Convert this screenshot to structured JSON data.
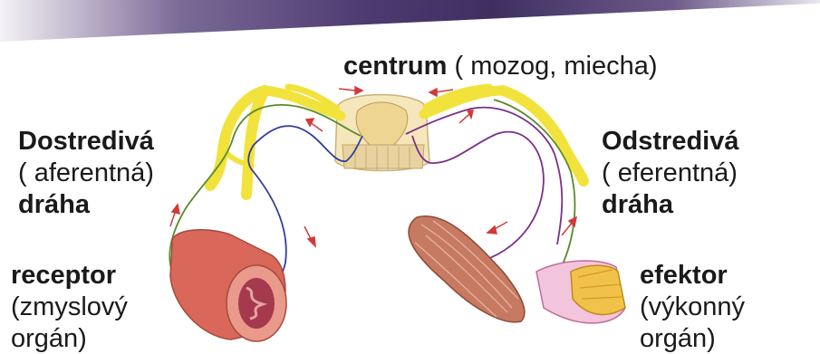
{
  "title": {
    "bold": "centrum",
    "rest": " ( mozog, miecha)"
  },
  "left_pathway": {
    "title": "Dostredivá",
    "sub": " ( aferentná)",
    "tail": "dráha"
  },
  "right_pathway": {
    "title": "Odstredivá",
    "sub": " ( eferentná)",
    "tail": "dráha"
  },
  "receptor": {
    "title": "receptor",
    "line1": "(zmyslový",
    "line2": "orgán)"
  },
  "effector": {
    "title": "efektor",
    "line1": "(výkonný",
    "line2": "orgán)"
  },
  "colors": {
    "banner": "#4d3a70",
    "nerve": "#f2e23c",
    "afferent_green": "#5a8a2a",
    "afferent_blue": "#2f3f9a",
    "efferent_purple": "#7a2f8a",
    "arrow_red": "#d23a3a",
    "spinal_gray": "#f3e2b0",
    "muscle": "#c77a62",
    "organ": "#d9685a"
  }
}
